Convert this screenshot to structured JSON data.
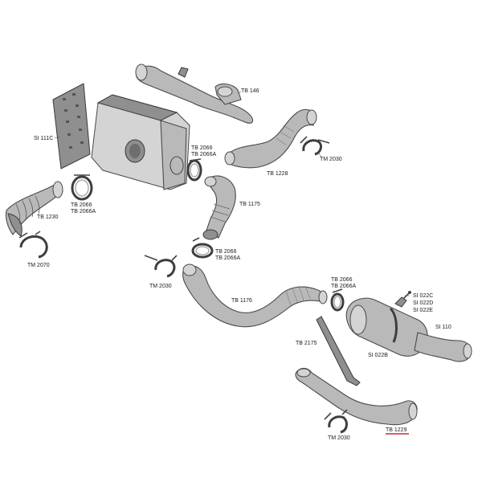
{
  "labels": {
    "tb146": "TB 146",
    "si111c": "SI 111C",
    "tb2066_a": "TB 2066",
    "tb2066a_a": "TB 2066A",
    "tb1228": "TB 1228",
    "tm2030_a": "TM 2030",
    "tb2066_b": "TB 2066",
    "tb2066a_b": "TB 2066A",
    "tb1230": "TB 1230",
    "tb1175": "TB 1175",
    "tm2070": "TM 2070",
    "tb2066_c": "TB 2066",
    "tb2066a_c": "TB 2066A",
    "tm2030_b": "TM 2030",
    "tb1176": "TB 1176",
    "tb2066_d": "TB 2066",
    "tb2066a_d": "TB 2066A",
    "si022c": "SI 022C",
    "si022d": "SI 022D",
    "si022e": "SI 022E",
    "si110": "SI 110",
    "tb2175": "TB 2175",
    "si022b": "SI 022B",
    "tb1229": "TB 1229",
    "tm2030_c": "TM 2030"
  },
  "colors": {
    "part": "#b9b9b9",
    "outline": "#4a4a4a",
    "highlight": "#d12a2a"
  }
}
